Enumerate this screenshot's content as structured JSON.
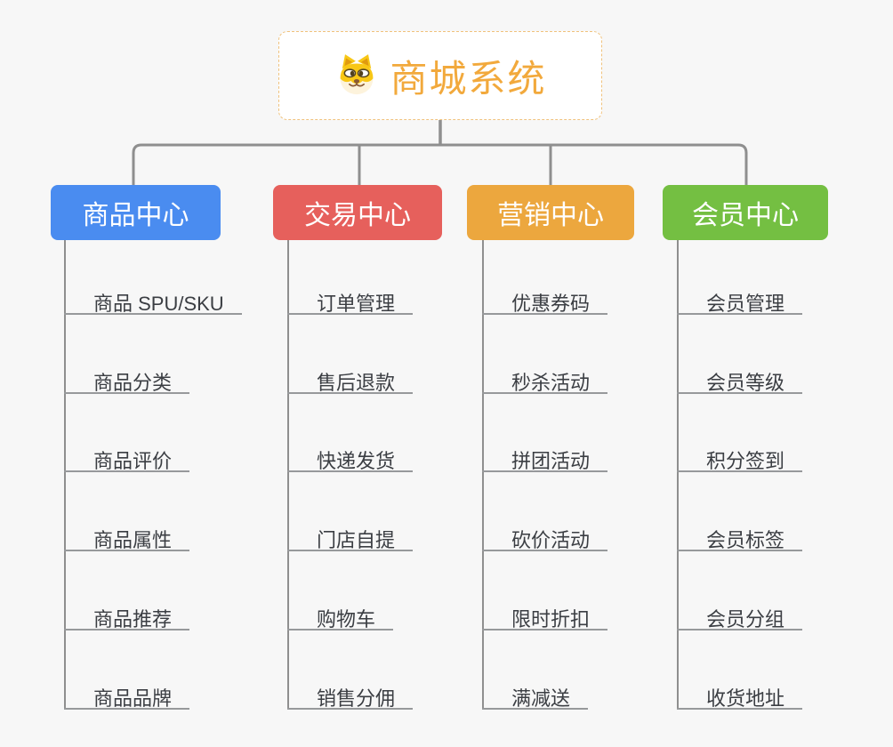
{
  "canvas": {
    "background": "#f7f7f7",
    "connector_color": "#8f8f8f",
    "underline_color": "#97999b"
  },
  "root": {
    "label": "商城系统",
    "icon": "dog-face-icon",
    "text_color": "#f2a93c",
    "border_color": "#f0c27d",
    "background": "#ffffff"
  },
  "branches": [
    {
      "label": "商品中心",
      "color": "#4a8cf0",
      "children": [
        "商品 SPU/SKU",
        "商品分类",
        "商品评价",
        "商品属性",
        "商品推荐",
        "商品品牌"
      ]
    },
    {
      "label": "交易中心",
      "color": "#e6605c",
      "children": [
        "订单管理",
        "售后退款",
        "快递发货",
        "门店自提",
        "购物车",
        "销售分佣"
      ]
    },
    {
      "label": "营销中心",
      "color": "#eca73e",
      "children": [
        "优惠券码",
        "秒杀活动",
        "拼团活动",
        "砍价活动",
        "限时折扣",
        "满减送"
      ]
    },
    {
      "label": "会员中心",
      "color": "#74bf42",
      "children": [
        "会员管理",
        "会员等级",
        "积分签到",
        "会员标签",
        "会员分组",
        "收货地址"
      ]
    }
  ]
}
